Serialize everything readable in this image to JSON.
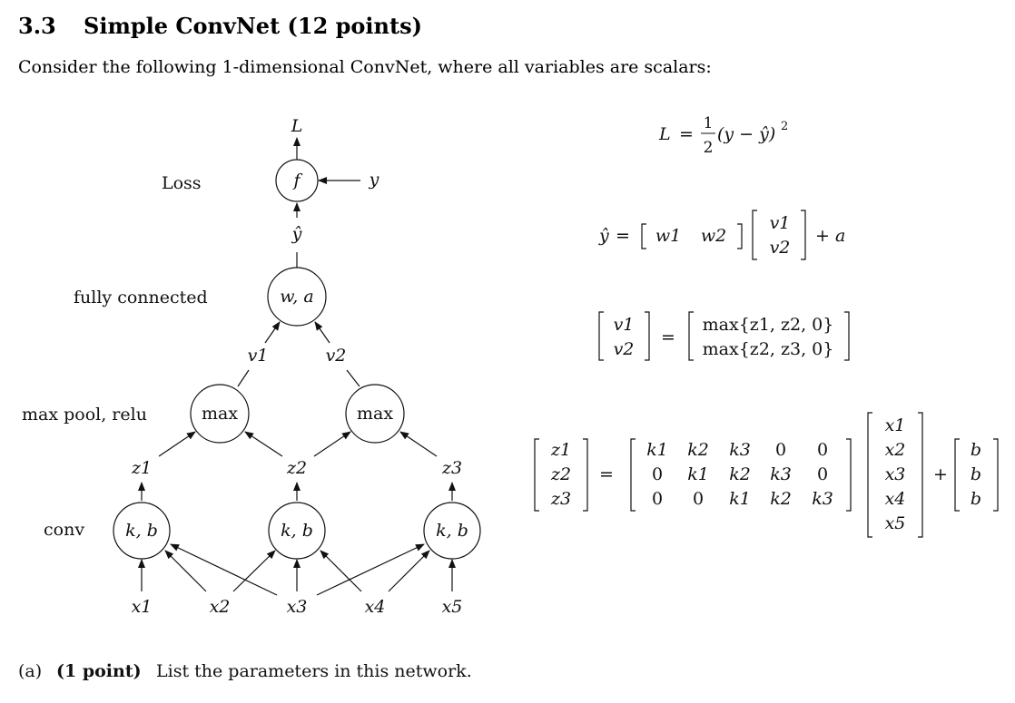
{
  "section": {
    "number": "3.3",
    "title": "Simple ConvNet (12 points)"
  },
  "intro": "Consider the following 1-dimensional ConvNet, where all variables are scalars:",
  "diagram": {
    "layers": {
      "loss": "Loss",
      "fc": "fully connected",
      "pool": "max pool, relu",
      "conv": "conv"
    },
    "nodes": {
      "f": "f",
      "wa": "w, a",
      "max": "max",
      "kb": "k, b"
    },
    "labels": {
      "L": "L",
      "y": "y",
      "yhat": "ŷ",
      "v1": "v1",
      "v2": "v2",
      "z1": "z1",
      "z2": "z2",
      "z3": "z3",
      "x1": "x1",
      "x2": "x2",
      "x3": "x3",
      "x4": "x4",
      "x5": "x5"
    }
  },
  "equations": {
    "loss": {
      "lhs": "L",
      "frac_num": "1",
      "frac_den": "2",
      "rhs": "(y − ŷ)",
      "power": "2"
    },
    "yhat": {
      "lhs": "ŷ",
      "row": [
        "w1",
        "w2"
      ],
      "col": [
        "v1",
        "v2"
      ],
      "plus": "+ a"
    },
    "v": {
      "lhs": [
        "v1",
        "v2"
      ],
      "rhs": [
        "max{z1, z2, 0}",
        "max{z2, z3, 0}"
      ]
    },
    "z": {
      "lhs": [
        "z1",
        "z2",
        "z3"
      ],
      "matrix": [
        [
          "k1",
          "k2",
          "k3",
          "0",
          "0"
        ],
        [
          "0",
          "k1",
          "k2",
          "k3",
          "0"
        ],
        [
          "0",
          "0",
          "k1",
          "k2",
          "k3"
        ]
      ],
      "x": [
        "x1",
        "x2",
        "x3",
        "x4",
        "x5"
      ],
      "b": [
        "b",
        "b",
        "b"
      ]
    }
  },
  "question": {
    "label": "(a)",
    "points": "(1 point)",
    "text": "List the parameters in this network."
  }
}
